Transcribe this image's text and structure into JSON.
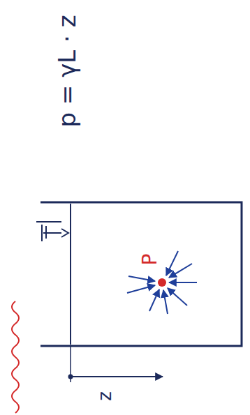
{
  "diagram": {
    "labels": [
      "p = γL · z",
      "P",
      "z"
    ]
  }
}
